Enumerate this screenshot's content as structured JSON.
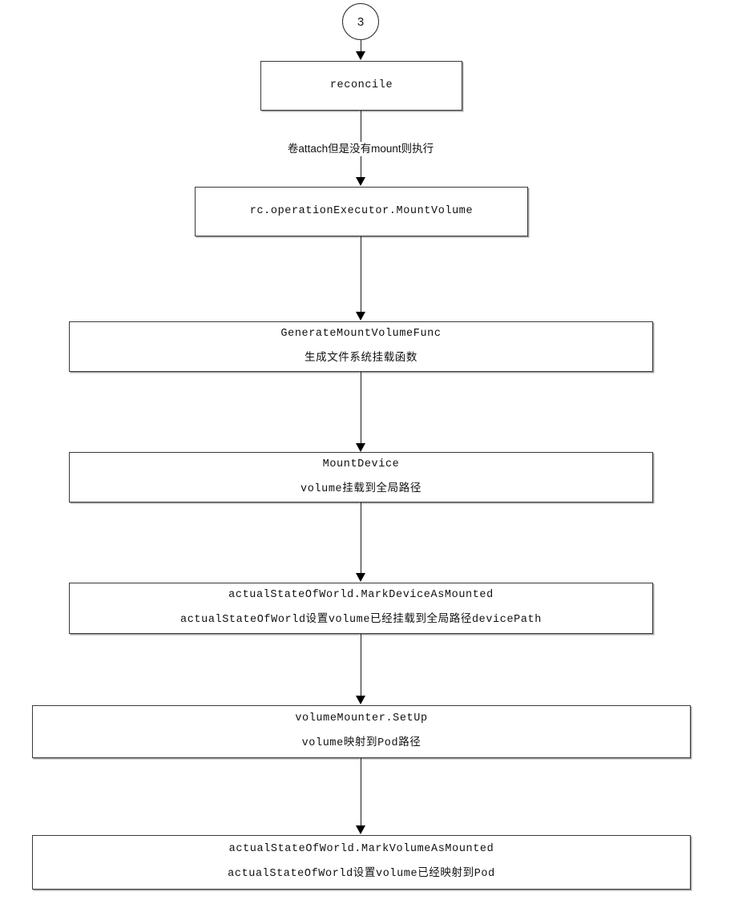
{
  "diagram": {
    "title": "Kubernetes kubelet volume reconcile mount flow",
    "orientation": "top-to-bottom",
    "background_color": "#ffffff",
    "line_color": "#1d1d1d",
    "box_border_color": "#3a3a3a",
    "text_color": "#111111"
  },
  "start_node": {
    "label": "3",
    "shape": "circle"
  },
  "nodes": [
    {
      "id": "reconcile",
      "primary": "reconcile",
      "secondary": ""
    },
    {
      "id": "mount-volume",
      "primary": "rc.operationExecutor.MountVolume",
      "secondary": ""
    },
    {
      "id": "generate-mount-volume-func",
      "primary": "GenerateMountVolumeFunc",
      "secondary": "生成文件系统挂载函数"
    },
    {
      "id": "mount-device",
      "primary": "MountDevice",
      "secondary": "volume挂载到全局路径"
    },
    {
      "id": "mark-device-as-mounted",
      "primary": "actualStateOfWorld.MarkDeviceAsMounted",
      "secondary": "actualStateOfWorld设置volume已经挂载到全局路径devicePath"
    },
    {
      "id": "volume-mounter-setup",
      "primary": "volumeMounter.SetUp",
      "secondary": "volume映射到Pod路径"
    },
    {
      "id": "mark-volume-as-mounted",
      "primary": "actualStateOfWorld.MarkVolumeAsMounted",
      "secondary": "actualStateOfWorld设置volume已经映射到Pod"
    }
  ],
  "edges": [
    {
      "id": "edge-start-to-reconcile",
      "label": ""
    },
    {
      "id": "edge-reconcile-to-mount-volume",
      "label": "卷attach但是没有mount则执行"
    },
    {
      "id": "edge-mount-volume-to-generate",
      "label": ""
    },
    {
      "id": "edge-generate-to-mount-device",
      "label": ""
    },
    {
      "id": "edge-mount-device-to-mark-device",
      "label": ""
    },
    {
      "id": "edge-mark-device-to-setup",
      "label": ""
    },
    {
      "id": "edge-setup-to-mark-volume",
      "label": ""
    }
  ]
}
